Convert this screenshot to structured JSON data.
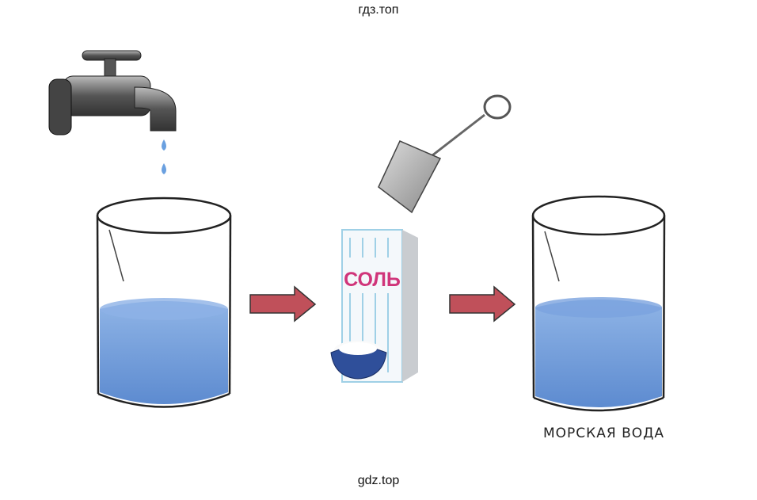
{
  "watermark_top": "гдз.топ",
  "watermark_bottom": "gdz.top",
  "illustration": {
    "salt_box_label": "СОЛЬ",
    "result_label": "МОРСКАЯ ВОДА",
    "colors": {
      "water": "#6f9ad8",
      "arrow": "#c0505a",
      "salt_text": "#d0357a",
      "faucet": "#6a6a6a"
    }
  }
}
